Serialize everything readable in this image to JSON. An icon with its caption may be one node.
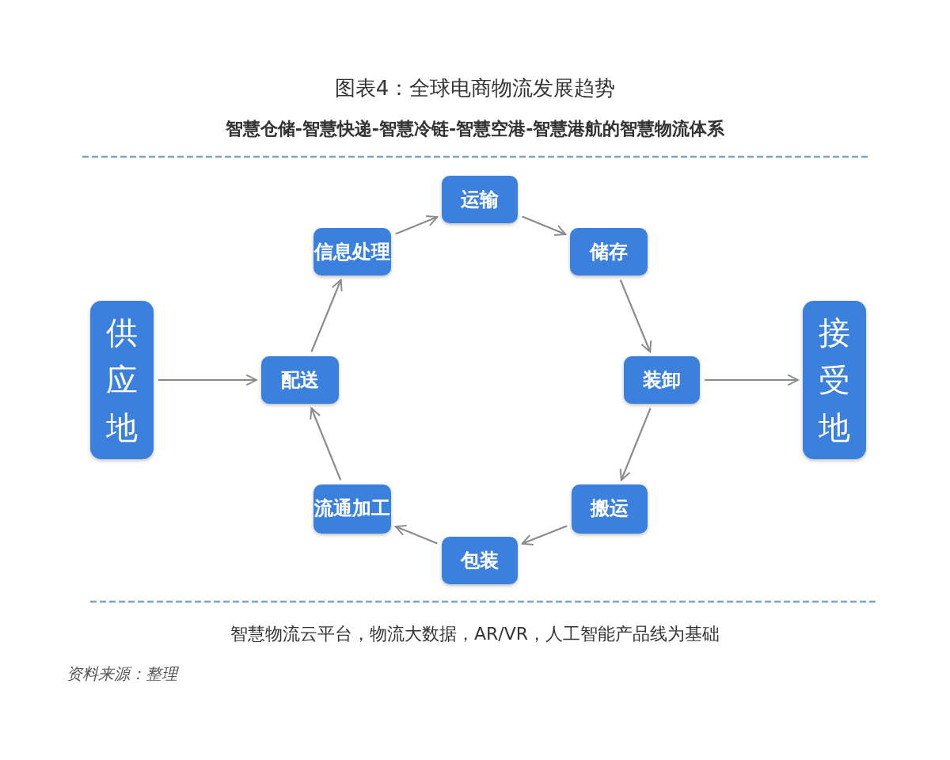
{
  "diagram": {
    "title": "图表4：全球电商物流发展趋势",
    "nodes": [
      {
        "text": [
          "供应地"
        ]
      },
      {
        "text": [
          "配送"
        ]
      },
      {
        "text": [
          "信息处理"
        ]
      },
      {
        "text": [
          "运输"
        ]
      },
      {
        "text": [
          "储存"
        ]
      },
      {
        "text": [
          "装卸"
        ]
      },
      {
        "text": [
          "搬运"
        ]
      },
      {
        "text": [
          "包装"
        ]
      },
      {
        "text": [
          "流通加工"
        ]
      },
      {
        "text": [
          "接受地"
        ]
      }
    ],
    "edges": [
      {
        "from": 0,
        "to": 1,
        "arrow": "to"
      },
      {
        "from": 1,
        "to": 2,
        "arrow": "to"
      },
      {
        "from": 2,
        "to": 3,
        "arrow": "to"
      },
      {
        "from": 3,
        "to": 4,
        "arrow": "to"
      },
      {
        "from": 4,
        "to": 5,
        "arrow": "to"
      },
      {
        "from": 5,
        "to": 6,
        "arrow": "to"
      },
      {
        "from": 6,
        "to": 7,
        "arrow": "to"
      },
      {
        "from": 7,
        "to": 8,
        "arrow": "to"
      },
      {
        "from": 8,
        "to": 1,
        "arrow": "to"
      },
      {
        "from": 5,
        "to": 9,
        "arrow": "to"
      }
    ],
    "labels": [
      "智慧仓储-智慧快递-智慧冷链-智慧空港-智慧港航的智慧物流体系",
      "智慧物流云平台，物流大数据，AR/VR，人工智能产品线为基础",
      "资料来源：整理"
    ]
  }
}
